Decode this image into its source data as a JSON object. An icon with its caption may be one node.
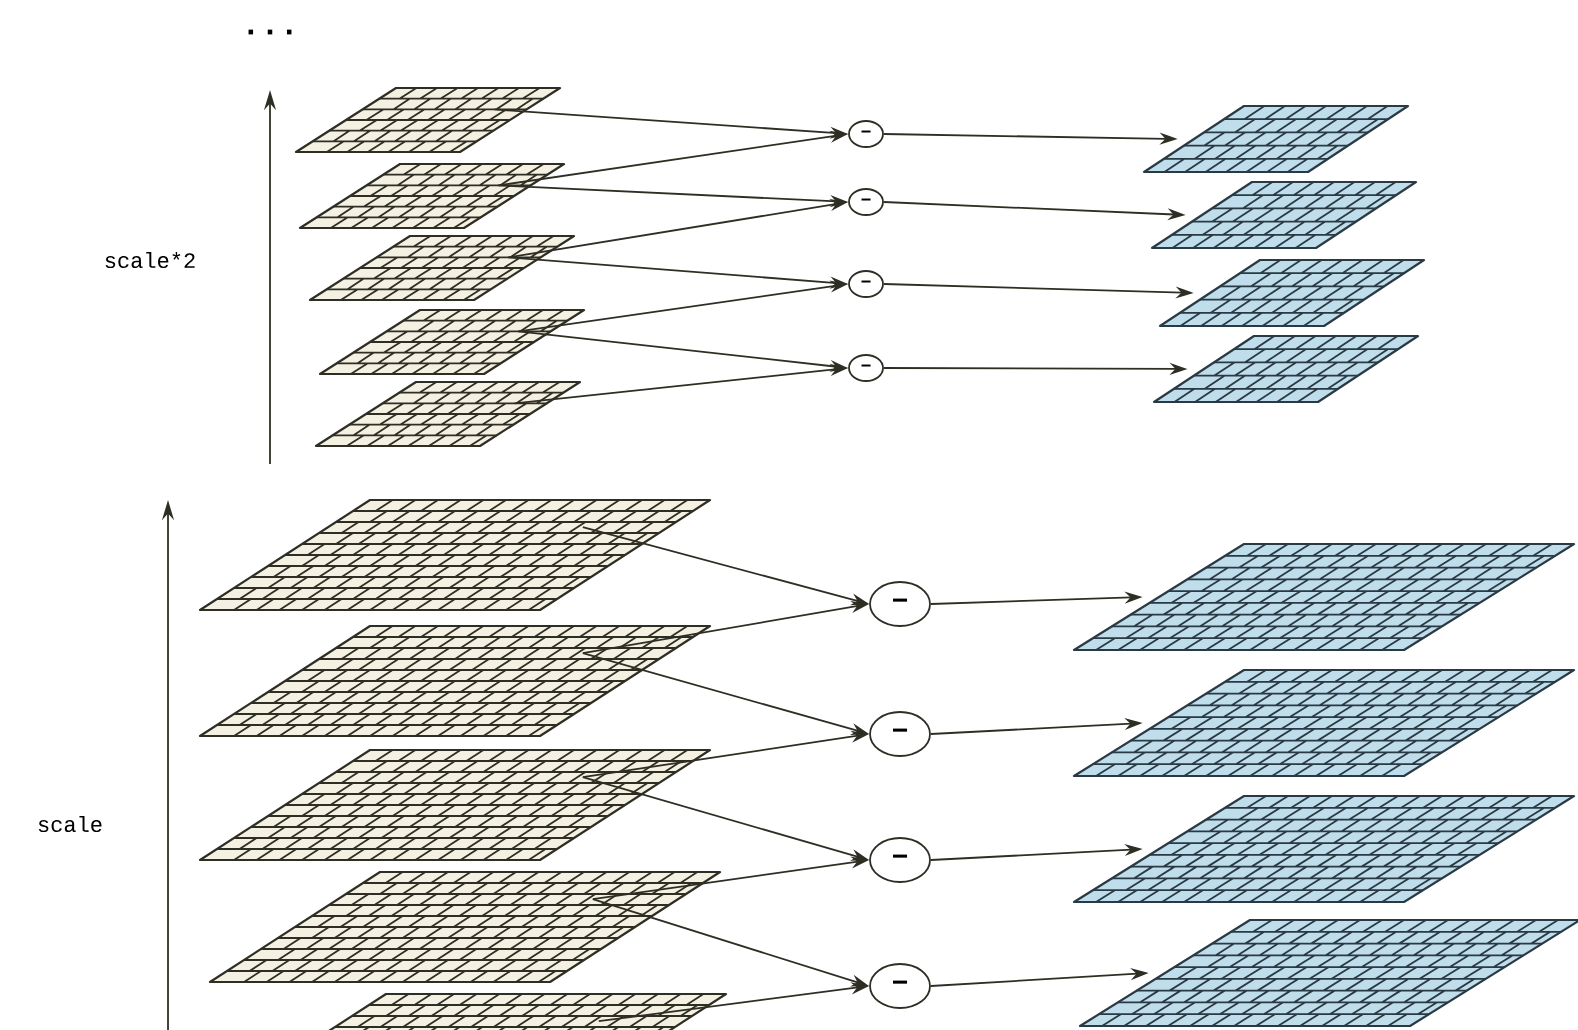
{
  "diagram": {
    "nodes": [
      {
        "text": [],
        "shape": "grid"
      },
      {
        "text": [],
        "shape": "grid"
      },
      {
        "text": [],
        "shape": "grid"
      },
      {
        "text": [],
        "shape": "grid"
      },
      {
        "text": [],
        "shape": "grid"
      },
      {
        "text": [
          "−"
        ]
      },
      {
        "text": [
          "−"
        ]
      },
      {
        "text": [
          "−"
        ]
      },
      {
        "text": [
          "−"
        ]
      },
      {
        "text": [],
        "shape": "grid"
      },
      {
        "text": [],
        "shape": "grid"
      },
      {
        "text": [],
        "shape": "grid"
      },
      {
        "text": [],
        "shape": "grid"
      },
      {
        "text": [],
        "shape": "grid"
      },
      {
        "text": [],
        "shape": "grid"
      },
      {
        "text": [],
        "shape": "grid"
      },
      {
        "text": [],
        "shape": "grid"
      },
      {
        "text": [],
        "shape": "grid"
      },
      {
        "text": [
          "−"
        ]
      },
      {
        "text": [
          "−"
        ]
      },
      {
        "text": [
          "−"
        ]
      },
      {
        "text": [
          "−"
        ]
      },
      {
        "text": [],
        "shape": "grid"
      },
      {
        "text": [],
        "shape": "grid"
      },
      {
        "text": [],
        "shape": "grid"
      },
      {
        "text": [],
        "shape": "grid"
      }
    ],
    "edges": [
      {
        "from": 0,
        "to": 5,
        "arrow": "to"
      },
      {
        "from": 1,
        "to": 5,
        "arrow": "to"
      },
      {
        "from": 1,
        "to": 6,
        "arrow": "to"
      },
      {
        "from": 2,
        "to": 6,
        "arrow": "to"
      },
      {
        "from": 2,
        "to": 7,
        "arrow": "to"
      },
      {
        "from": 3,
        "to": 7,
        "arrow": "to"
      },
      {
        "from": 3,
        "to": 8,
        "arrow": "to"
      },
      {
        "from": 4,
        "to": 8,
        "arrow": "to"
      },
      {
        "from": 5,
        "to": 9,
        "arrow": "to"
      },
      {
        "from": 6,
        "to": 10,
        "arrow": "to"
      },
      {
        "from": 7,
        "to": 11,
        "arrow": "to"
      },
      {
        "from": 8,
        "to": 12,
        "arrow": "to"
      },
      {
        "from": 13,
        "to": 18,
        "arrow": "to"
      },
      {
        "from": 14,
        "to": 18,
        "arrow": "to"
      },
      {
        "from": 14,
        "to": 19,
        "arrow": "to"
      },
      {
        "from": 15,
        "to": 19,
        "arrow": "to"
      },
      {
        "from": 15,
        "to": 20,
        "arrow": "to"
      },
      {
        "from": 16,
        "to": 20,
        "arrow": "to"
      },
      {
        "from": 16,
        "to": 21,
        "arrow": "to"
      },
      {
        "from": 17,
        "to": 21,
        "arrow": "to"
      },
      {
        "from": 18,
        "to": 22,
        "arrow": "to"
      },
      {
        "from": 19,
        "to": 23,
        "arrow": "to"
      },
      {
        "from": 20,
        "to": 24,
        "arrow": "to"
      },
      {
        "from": 21,
        "to": 25,
        "arrow": "to"
      }
    ],
    "labels": [
      "...",
      "scale*2",
      "scale"
    ]
  }
}
